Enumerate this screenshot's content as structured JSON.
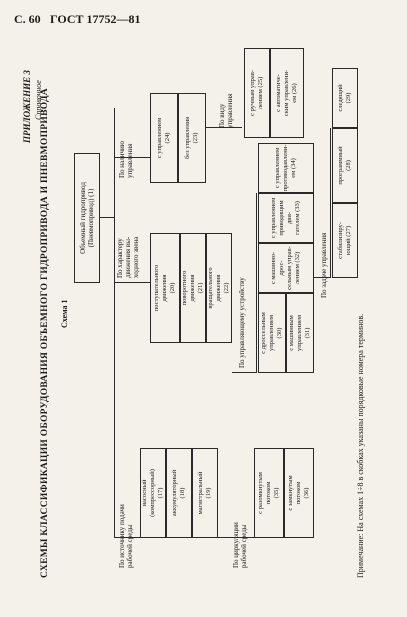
{
  "header": {
    "page": "С. 60",
    "standard": "ГОСТ 17752—81"
  },
  "appendix": {
    "title": "ПРИЛОЖЕНИЕ 3",
    "subtitle": "Справочное"
  },
  "main_title": "СХЕМЫ КЛАССИФИКАЦИИ ОБОРУДОВАНИЯ ОБЪЕМНОГО ГИДРОПРИВОДА И ПНЕВМОПРИВОДА",
  "scheme_label": "Схема 1",
  "root_box": "Объемный гидропривод\n(Пневмопривод) (1)",
  "groups": {
    "supply": {
      "label": "По источнику подачи\nрабочей среды",
      "items": [
        "насосный\n(компрессорный)\n(17)",
        "аккумуляторный\n(18)",
        "магистральный\n(19)"
      ]
    },
    "motion": {
      "label": "По характеру\nдвижения вы-\nходного звена",
      "items": [
        "поступательного\nдвижения\n(20)",
        "поворотного\nдвижения\n(21)",
        "вращательного\nдвижения\n(22)"
      ]
    },
    "control_presence": {
      "label": "По наличию\nуправления",
      "items": [
        "с управлением\n(24)",
        "без управления\n(23)"
      ]
    },
    "circulation": {
      "label": "По циркуляции\nрабочей среды",
      "items": [
        "с разомкнутым\nпотоком\n(35)",
        "с замкнутым\nпотоком\n(36)"
      ]
    },
    "control_device": {
      "label": "По управляющему устройству",
      "items": [
        "с дроссельным\nуправлением\n(30)",
        "с машинным\nуправлением\n(31)",
        "с машинно-дрос-\nсельным управ-\nлением (32)",
        "с управлением\nприводящим дви-\nгателем (33)",
        "с управлением\nпротиводавлени-\nем (34)"
      ]
    },
    "control_type": {
      "label": "По виду\nуправления",
      "items": [
        "с ручным управ-\nлением (25)",
        "с автоматиче-\nским управлени-\nем (26)"
      ]
    },
    "control_task": {
      "label": "По задаче управления",
      "items": [
        "стабилизиру-\nющий (27)",
        "программный\n(28)",
        "следящий\n(29)"
      ]
    }
  },
  "note": "Примечание: На схемах 1÷8 в скобках указаны порядковые номера терминов."
}
